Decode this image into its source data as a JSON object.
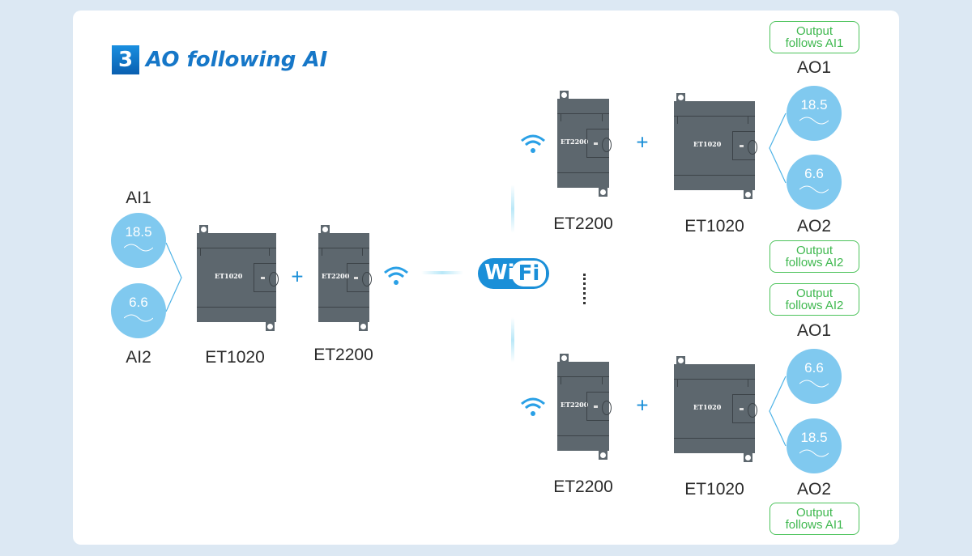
{
  "title": {
    "number": "3",
    "text": "AO following AI"
  },
  "left": {
    "ai1_label": "AI1",
    "ai2_label": "AI2",
    "ai1_value": "18.5",
    "ai2_value": "6.6",
    "dev1": "ET1020",
    "dev2": "ET2200",
    "dev1_label": "ET1020",
    "dev2_label": "ET2200"
  },
  "wifi": {
    "wi": "Wi",
    "fi": "Fi"
  },
  "top": {
    "dev1": "ET2200",
    "dev2": "ET1020",
    "dev1_label": "ET2200",
    "dev2_label": "ET1020",
    "ao1_label": "AO1",
    "ao2_label": "AO2",
    "ao1_value": "18.5",
    "ao2_value": "6.6",
    "note1": [
      "Output",
      "follows AI1"
    ],
    "note2": [
      "Output",
      "follows AI2"
    ]
  },
  "bottom": {
    "dev1": "ET2200",
    "dev2": "ET1020",
    "dev1_label": "ET2200",
    "dev2_label": "ET1020",
    "ao1_label": "AO1",
    "ao2_label": "AO2",
    "ao1_value": "6.6",
    "ao2_value": "18.5",
    "note1": [
      "Output",
      "follows AI2"
    ],
    "note2": [
      "Output",
      "follows AI1"
    ]
  },
  "plus": "+",
  "colors": {
    "accent": "#1a8fd8",
    "device": "#5d676e",
    "circle": "#80c9ef",
    "note": "#4cc35b"
  }
}
